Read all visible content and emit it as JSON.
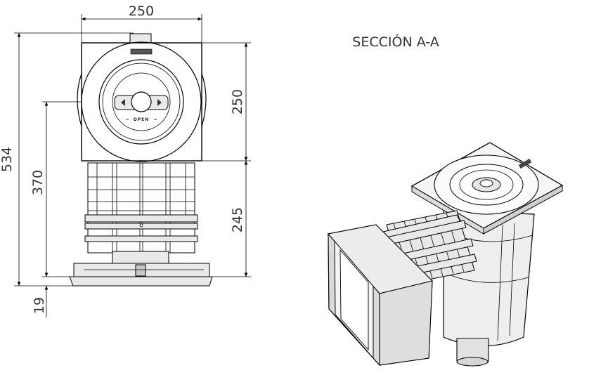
{
  "dimensions": {
    "width_top": "250",
    "height_total": "534",
    "height_370": "370",
    "height_cover": "250",
    "height_body": "245",
    "height_base": "19"
  },
  "section_label": "SECCIÓN A-A",
  "cover_label": "OPEN"
}
